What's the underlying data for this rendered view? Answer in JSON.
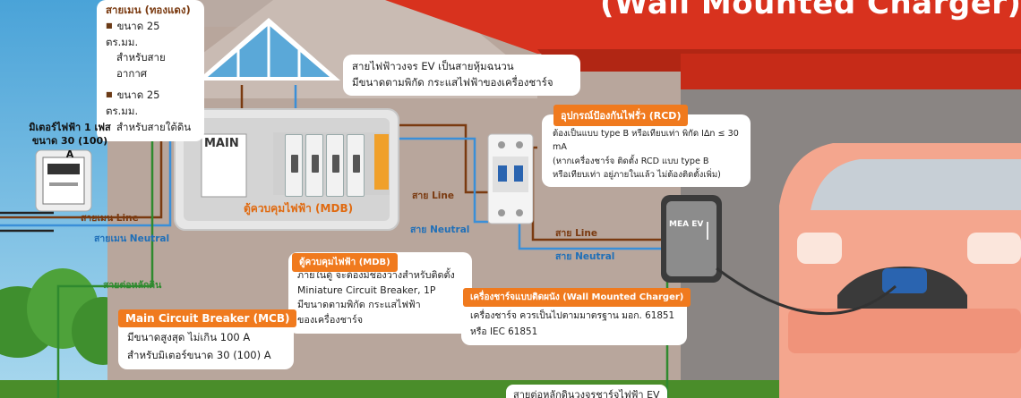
{
  "title": "(Wall Mounted Charger)",
  "main_cable": {
    "heading": "สายเมน (ทองแดง)",
    "items": [
      {
        "line1": "ขนาด 25 ตร.มม.",
        "line2": "สำหรับสายอากาศ"
      },
      {
        "line1": "ขนาด 25 ตร.มม.",
        "line2": "สำหรับสายใต้ดิน"
      }
    ]
  },
  "ev_cable": {
    "line1": "สายไฟฟ้าวงจร EV เป็นสายหุ้มฉนวน",
    "line2": "มีขนาดตามพิกัด กระแสไฟฟ้าของเครื่องชาร์จ"
  },
  "meter": {
    "line1": "มิเตอร์ไฟฟ้า 1 เฟส",
    "line2": "ขนาด 30 (100) A"
  },
  "wire_labels": {
    "main_line": "สายเมน Line",
    "main_neutral": "สายเมน Neutral",
    "ground": "สายต่อหลักดิน",
    "line_1": "สาย Line",
    "neutral_1": "สาย Neutral",
    "line_2": "สาย Line",
    "neutral_2": "สาย Neutral"
  },
  "panel": {
    "main_label": "MAIN",
    "mdb_label": "ตู้ควบคุมไฟฟ้า (MDB)"
  },
  "rcd": {
    "tag": "อุปกรณ์ป้องกันไฟรั่ว (RCD)",
    "line1": "ต้องเป็นแบบ type B หรือเทียบเท่า พิกัด",
    "spec": "I∆n ≤ 30 mA",
    "line2": "(หากเครื่องชาร์จ ติดตั้ง RCD แบบ type B",
    "line3": "หรือเทียบเท่า อยู่ภายในแล้ว ไม่ต้องติดตั้งเพิ่ม)"
  },
  "mdb": {
    "tag": "ตู้ควบคุมไฟฟ้า (MDB)",
    "line1": "ภายในตู้ จะต้องมีช่องว่างสำหรับติดตั้ง",
    "line2": "Miniature Circuit Breaker, 1P",
    "line3": "มีขนาดตามพิกัด กระแสไฟฟ้า",
    "line4": "ของเครื่องชาร์จ"
  },
  "mcb": {
    "tag": "Main Circuit Breaker (MCB)",
    "line1": "มีขนาดสูงสุด ไม่เกิน 100 A",
    "line2": "สำหรับมิเตอร์ขนาด 30 (100) A"
  },
  "charger": {
    "tag": "เครื่องชาร์จแบบติดผนัง (Wall Mounted Charger)",
    "line1": "เครื่องชาร์จ ควรเป็นไปตามมาตรฐาน มอก. 61851",
    "line2": "หรือ IEC 61851",
    "brand": "MEA EV"
  },
  "ground_ev": "สายต่อหลักดินวงจรชาร์จไฟฟ้า EV",
  "colors": {
    "orange": "#f07a1e",
    "roof_red": "#d8321e",
    "wire_blue": "#3a8fd8",
    "wire_brown": "#7a3a10",
    "wire_green": "#2f8a2f",
    "car": "#f4a68e"
  }
}
